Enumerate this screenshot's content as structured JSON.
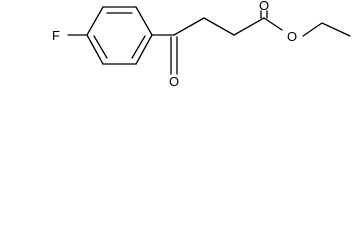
{
  "structure": {
    "atoms": {
      "fluorine": "F",
      "ketone_oxygen": "O",
      "ester_carbonyl_oxygen": "O",
      "ester_ether_oxygen": "O"
    },
    "colors": {
      "bond": "#000000",
      "label": "#000000",
      "background": "#ffffff"
    }
  }
}
